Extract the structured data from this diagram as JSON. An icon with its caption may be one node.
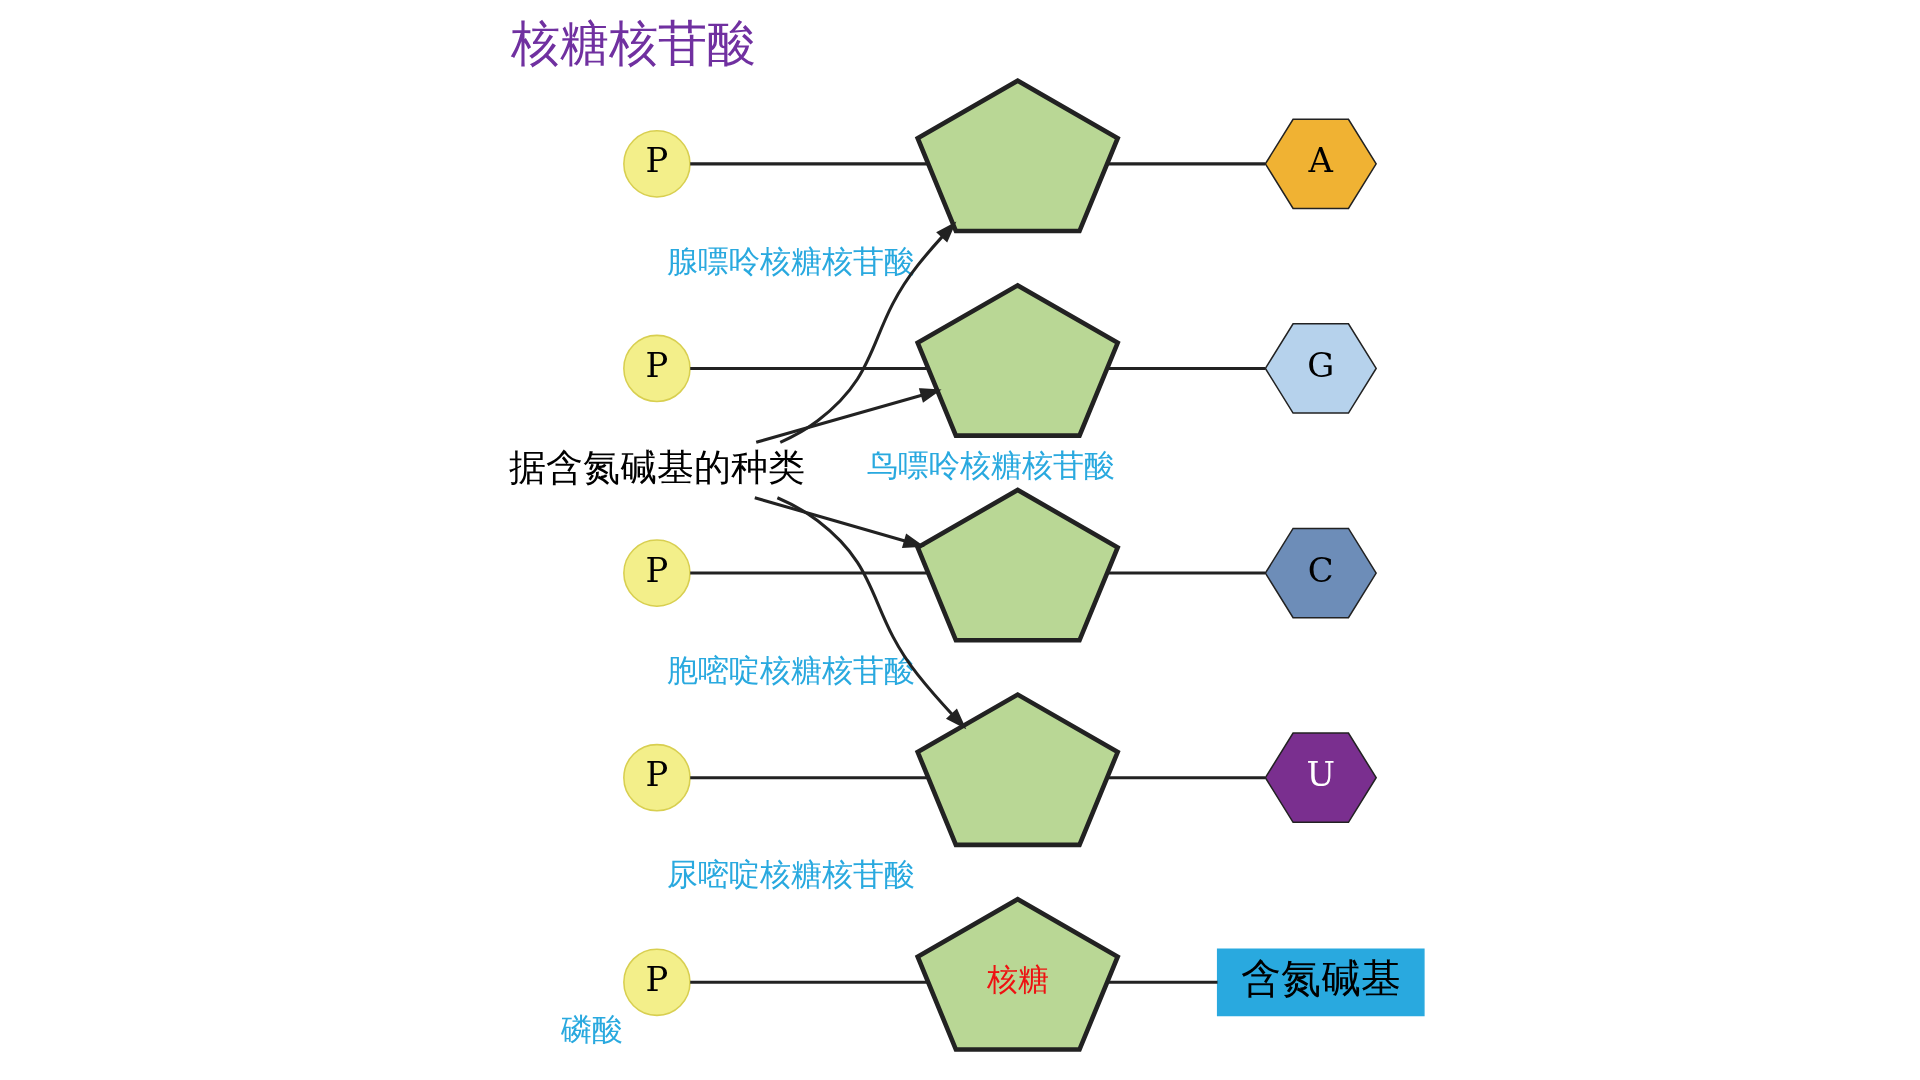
{
  "diagram": {
    "title": "核糖核苷酸",
    "nodes": [
      {
        "text": [
          "P"
        ],
        "beside": [
          "磷酸"
        ]
      },
      {
        "text": [
          "核糖"
        ]
      },
      {
        "text": [
          "含氮碱基"
        ]
      },
      {
        "text": [
          "据含氮碱基的种类"
        ]
      },
      {
        "text": [
          "P"
        ]
      },
      {
        "text": [],
        "shape": "pentagon",
        "beside": [
          "腺嘌呤核糖核苷酸"
        ]
      },
      {
        "text": [
          "A"
        ]
      },
      {
        "text": [
          "P"
        ]
      },
      {
        "text": [],
        "shape": "pentagon",
        "beside": [
          "鸟嘌呤核糖核苷酸"
        ]
      },
      {
        "text": [
          "G"
        ]
      },
      {
        "text": [
          "P"
        ]
      },
      {
        "text": [],
        "shape": "pentagon",
        "beside": [
          "胞嘧啶核糖核苷酸"
        ]
      },
      {
        "text": [
          "C"
        ]
      },
      {
        "text": [
          "P"
        ]
      },
      {
        "text": [],
        "shape": "pentagon",
        "beside": [
          "尿嘧啶核糖核苷酸"
        ]
      },
      {
        "text": [
          "U"
        ]
      }
    ],
    "edges": [
      {
        "from": 0,
        "to": 1,
        "arrow": "none"
      },
      {
        "from": 1,
        "to": 2,
        "arrow": "none"
      },
      {
        "from": 3,
        "to": 5,
        "arrow": "to"
      },
      {
        "from": 3,
        "to": 8,
        "arrow": "to"
      },
      {
        "from": 3,
        "to": 11,
        "arrow": "to"
      },
      {
        "from": 3,
        "to": 14,
        "arrow": "to"
      },
      {
        "from": 4,
        "to": 5,
        "arrow": "none"
      },
      {
        "from": 5,
        "to": 6,
        "arrow": "none"
      },
      {
        "from": 7,
        "to": 8,
        "arrow": "none"
      },
      {
        "from": 8,
        "to": 9,
        "arrow": "none"
      },
      {
        "from": 10,
        "to": 11,
        "arrow": "none"
      },
      {
        "from": 11,
        "to": 12,
        "arrow": "none"
      },
      {
        "from": 13,
        "to": 14,
        "arrow": "none"
      },
      {
        "from": 14,
        "to": 15,
        "arrow": "none"
      }
    ]
  }
}
